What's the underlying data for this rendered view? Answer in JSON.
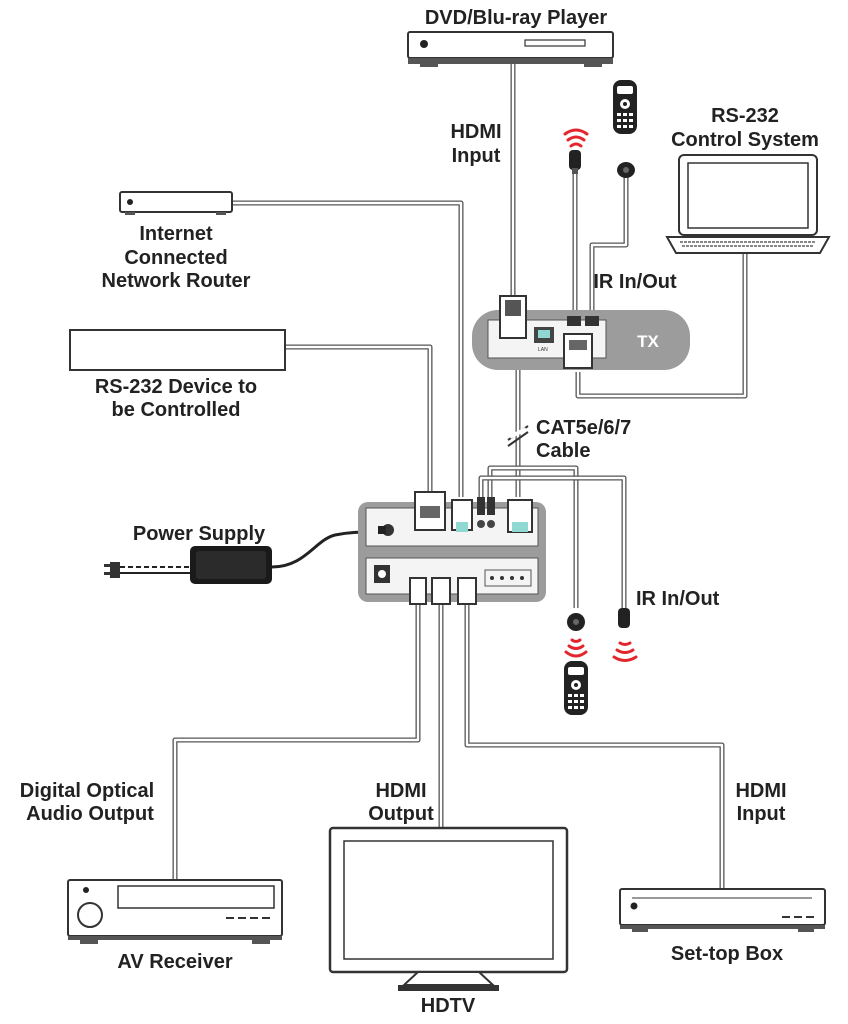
{
  "labels": {
    "dvd_player": "DVD/Blu-ray Player",
    "hdmi_input_top": [
      "HDMI",
      "Input"
    ],
    "rs232_control": [
      "RS-232",
      "Control System"
    ],
    "network_router": [
      "Internet",
      "Connected",
      "Network Router"
    ],
    "ir_in_out_top": "IR In/Out",
    "rs232_device": [
      "RS-232 Device to",
      "be Controlled"
    ],
    "tx": "TX",
    "cable": [
      "CAT5e/6/7",
      "Cable"
    ],
    "power_supply": "Power Supply",
    "ir_in_out_bottom": "IR In/Out",
    "digital_optical": [
      "Digital Optical",
      "Audio Output"
    ],
    "hdmi_output": [
      "HDMI",
      "Output"
    ],
    "hdmi_input_bottom": [
      "HDMI",
      "Input"
    ],
    "av_receiver": "AV Receiver",
    "set_top_box": "Set-top Box",
    "hdtv": "HDTV"
  },
  "colors": {
    "cable": "#555555",
    "device_outline": "#333333",
    "tx_body": "#999999",
    "ir_signal": "#e3262e"
  }
}
